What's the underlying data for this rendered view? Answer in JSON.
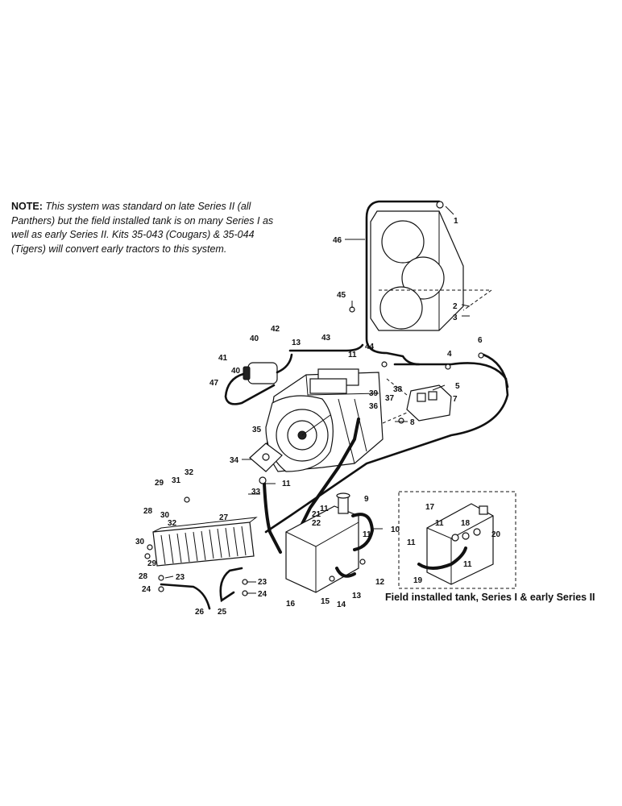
{
  "note": {
    "lead": "NOTE:",
    "body": "This system was standard on late Series II (all Panthers) but the field installed tank is on many Series I as well as early Series II. Kits 35-043 (Cougars) & 35-044 (Tigers) will convert early tractors to this system."
  },
  "caption": "Field installed tank, Series I & early Series II",
  "callouts": [
    "1",
    "2",
    "3",
    "4",
    "5",
    "6",
    "7",
    "8",
    "9",
    "10",
    "11",
    "11",
    "11",
    "11",
    "11",
    "11",
    "11",
    "12",
    "13",
    "13",
    "14",
    "15",
    "16",
    "17",
    "18",
    "19",
    "20",
    "21",
    "22",
    "23",
    "23",
    "24",
    "24",
    "25",
    "26",
    "27",
    "28",
    "28",
    "29",
    "29",
    "30",
    "30",
    "31",
    "32",
    "32",
    "33",
    "34",
    "35",
    "36",
    "37",
    "38",
    "39",
    "40",
    "40",
    "41",
    "42",
    "43",
    "44",
    "45",
    "46",
    "47"
  ]
}
